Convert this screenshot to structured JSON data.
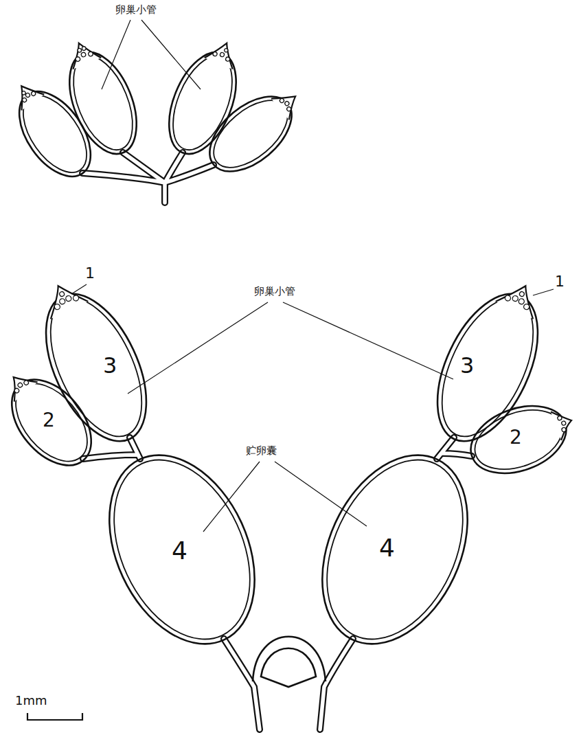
{
  "diagram": {
    "labels": [
      "卵巢小管",
      "1",
      "卵巢小管",
      "1",
      "3",
      "3",
      "2",
      "2",
      "贮卵囊",
      "4",
      "4",
      "1mm"
    ]
  }
}
